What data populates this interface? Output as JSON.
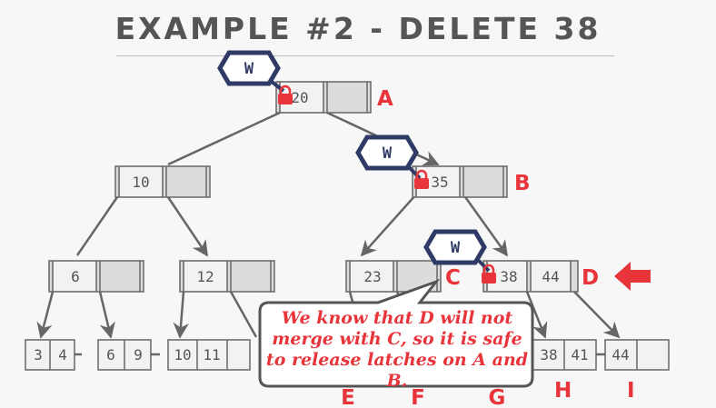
{
  "title": "EXAMPLE #2 - DELETE 38",
  "latch_mode": "W",
  "colors": {
    "lines": "#666666",
    "node_fill": "#dcdcdc",
    "label": "#e8343b",
    "latch": "#2f3a66",
    "lock": "#e8343b"
  },
  "nodes": {
    "A": {
      "keys": [
        "20",
        ""
      ],
      "label": "A",
      "latched": true
    },
    "B": {
      "keys": [
        "35",
        ""
      ],
      "label": "B",
      "latched": true
    },
    "L10": {
      "keys": [
        "10",
        ""
      ]
    },
    "C": {
      "keys": [
        "23",
        ""
      ],
      "label": "C"
    },
    "D": {
      "keys": [
        "38",
        "44"
      ],
      "label": "D",
      "latched": true
    },
    "L6": {
      "keys": [
        "6",
        ""
      ]
    },
    "L12": {
      "keys": [
        "12",
        ""
      ]
    }
  },
  "leaves": [
    {
      "keys": [
        "3",
        "4"
      ]
    },
    {
      "keys": [
        "6",
        "9"
      ]
    },
    {
      "keys": [
        "10",
        "11"
      ]
    },
    {
      "keys": [
        "38",
        "41"
      ],
      "label": "H"
    },
    {
      "keys": [
        "44",
        ""
      ],
      "label": "I"
    }
  ],
  "hidden_leaf_labels": [
    "E",
    "F",
    "G"
  ],
  "callout": "We know that D will not merge with C, so it is safe to release latches on A and B.",
  "pointer_icon": "red-arrow-left-icon"
}
